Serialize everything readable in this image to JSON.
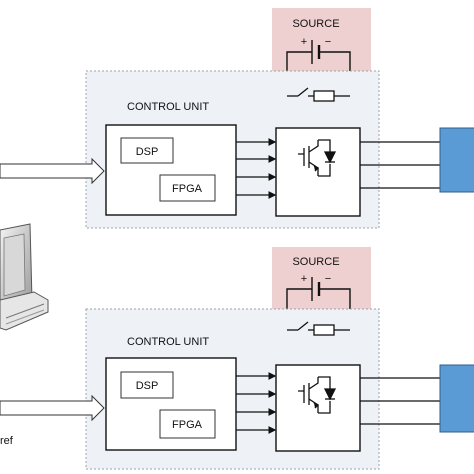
{
  "diagram": {
    "units": [
      {
        "source_label": "SOURCE",
        "plus_sign": "+",
        "minus_sign": "−",
        "control_label": "CONTROL UNIT",
        "dsp_label": "DSP",
        "fpga_label": "FPGA"
      },
      {
        "source_label": "SOURCE",
        "plus_sign": "+",
        "minus_sign": "−",
        "control_label": "CONTROL UNIT",
        "dsp_label": "DSP",
        "fpga_label": "FPGA"
      }
    ],
    "ref_label": "ref",
    "colors": {
      "source_fill": "#efd0d0",
      "control_fill": "#eef2f7",
      "load_fill": "#5b9bd5",
      "line": "#111111"
    }
  }
}
